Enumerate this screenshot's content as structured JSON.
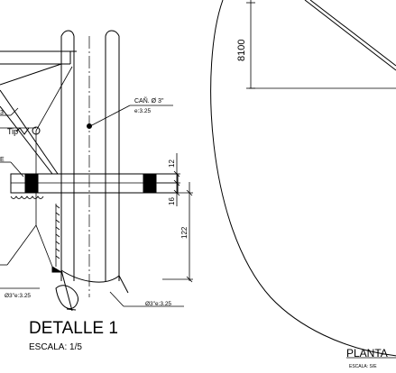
{
  "labels": {
    "pipe_main": "CAÑ. Ø 3\"",
    "pipe_main_thk": "e:3.25",
    "pipe_branch": "Ø3\"e:3.25",
    "pipe_left": "Ø3\"e:3.25",
    "weld_tip": "Tip",
    "dim_12": "12",
    "dim_16": "16",
    "dim_122": "122",
    "dim_8100": "8100",
    "edge_3": "3",
    "edge_e": "E"
  },
  "detail": {
    "title": "DETALLE 1",
    "scale": "ESCALA: 1/5"
  },
  "plan": {
    "title": "PLANTA",
    "scale": "ESCALA: S/E"
  }
}
